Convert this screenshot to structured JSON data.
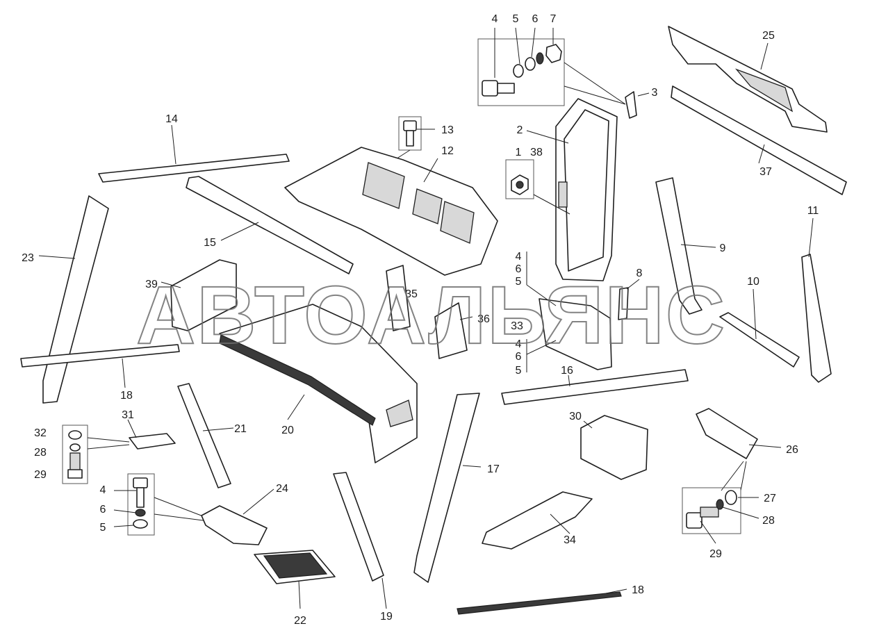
{
  "watermark": "АВТОАЛЬЯНС",
  "callouts": [
    {
      "id": "c4a",
      "text": "4"
    },
    {
      "id": "c5a",
      "text": "5"
    },
    {
      "id": "c6a",
      "text": "6"
    },
    {
      "id": "c7a",
      "text": "7"
    },
    {
      "id": "c25",
      "text": "25"
    },
    {
      "id": "c3",
      "text": "3"
    },
    {
      "id": "c13",
      "text": "13"
    },
    {
      "id": "c14",
      "text": "14"
    },
    {
      "id": "c2",
      "text": "2"
    },
    {
      "id": "c12",
      "text": "12"
    },
    {
      "id": "c1",
      "text": "1"
    },
    {
      "id": "c38",
      "text": "38"
    },
    {
      "id": "c37",
      "text": "37"
    },
    {
      "id": "c11",
      "text": "11"
    },
    {
      "id": "c15",
      "text": "15"
    },
    {
      "id": "c9",
      "text": "9"
    },
    {
      "id": "c23",
      "text": "23"
    },
    {
      "id": "c4b",
      "text": "4"
    },
    {
      "id": "c6b",
      "text": "6"
    },
    {
      "id": "c5b",
      "text": "5"
    },
    {
      "id": "c8",
      "text": "8"
    },
    {
      "id": "c10",
      "text": "10"
    },
    {
      "id": "c39",
      "text": "39"
    },
    {
      "id": "c35",
      "text": "35"
    },
    {
      "id": "c36",
      "text": "36"
    },
    {
      "id": "c33",
      "text": "33"
    },
    {
      "id": "c4c",
      "text": "4"
    },
    {
      "id": "c6c",
      "text": "6"
    },
    {
      "id": "c5c",
      "text": "5"
    },
    {
      "id": "c18a",
      "text": "18"
    },
    {
      "id": "c16",
      "text": "16"
    },
    {
      "id": "c31",
      "text": "31"
    },
    {
      "id": "c32",
      "text": "32"
    },
    {
      "id": "c21",
      "text": "21"
    },
    {
      "id": "c20",
      "text": "20"
    },
    {
      "id": "c30",
      "text": "30"
    },
    {
      "id": "c28a",
      "text": "28"
    },
    {
      "id": "c29a",
      "text": "29"
    },
    {
      "id": "c26",
      "text": "26"
    },
    {
      "id": "c17",
      "text": "17"
    },
    {
      "id": "c4d",
      "text": "4"
    },
    {
      "id": "c24",
      "text": "24"
    },
    {
      "id": "c6d",
      "text": "6"
    },
    {
      "id": "c5d",
      "text": "5"
    },
    {
      "id": "c27",
      "text": "27"
    },
    {
      "id": "c28b",
      "text": "28"
    },
    {
      "id": "c34",
      "text": "34"
    },
    {
      "id": "c29b",
      "text": "29"
    },
    {
      "id": "c18b",
      "text": "18"
    },
    {
      "id": "c22",
      "text": "22"
    },
    {
      "id": "c19",
      "text": "19"
    }
  ]
}
